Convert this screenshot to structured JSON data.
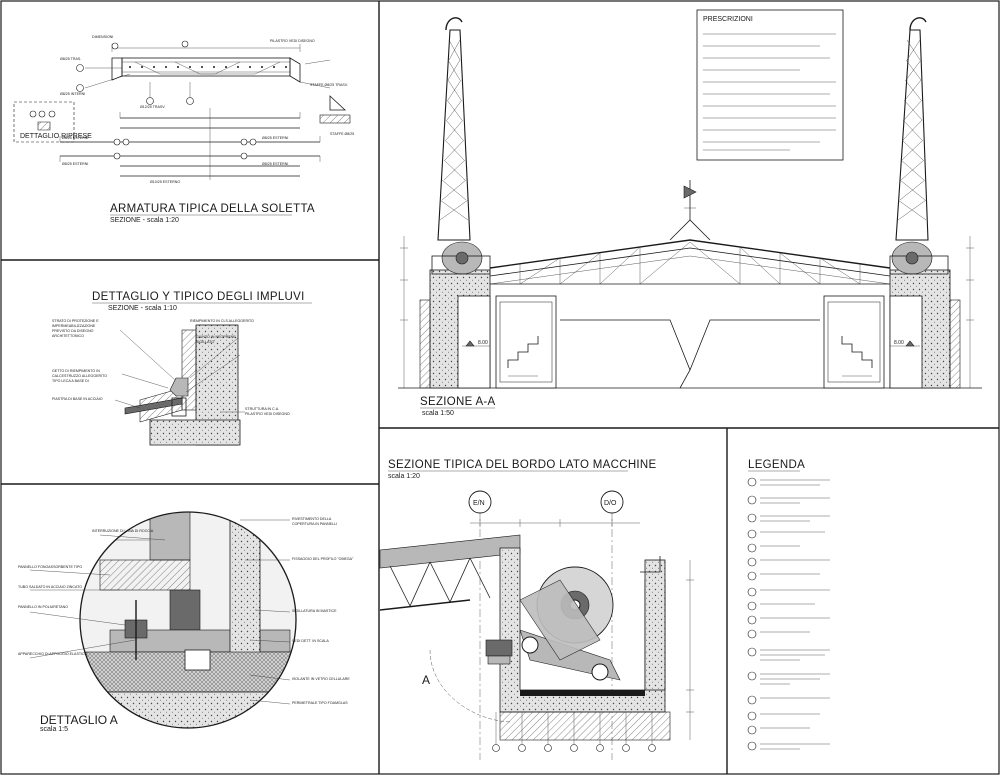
{
  "slab": {
    "title": "ARMATURA TIPICA DELLA SOLETTA",
    "subtitle": "SEZIONE - scala 1:20",
    "detail_label": "DETTAGLIO RIPRESE"
  },
  "impluvi": {
    "title": "DETTAGLIO Y TIPICO DEGLI IMPLUVI",
    "subtitle": "SEZIONE - scala 1:10"
  },
  "detailA": {
    "title": "DETTAGLIO A",
    "subtitle": "scala 1:5"
  },
  "sectionAA": {
    "title": "SEZIONE A-A",
    "subtitle": "scala 1:50",
    "prescriptions_title": "PRESCRIZIONI",
    "level_left": "8.00",
    "level_right": "8.00"
  },
  "edge": {
    "title": "SEZIONE TIPICA DEL BORDO LATO MACCHINE",
    "subtitle": "scala 1:20",
    "axis_left": "E/N",
    "axis_right": "D/O",
    "marker": "A"
  },
  "legend": {
    "title": "LEGENDA"
  }
}
